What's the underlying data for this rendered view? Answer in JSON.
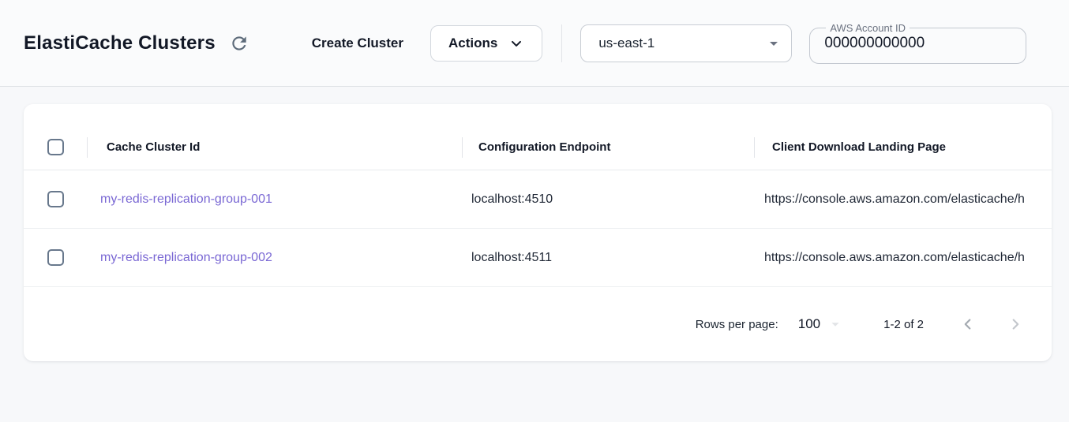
{
  "header": {
    "title": "ElastiCache Clusters",
    "create_button": "Create Cluster",
    "actions_button": "Actions",
    "region": "us-east-1",
    "account_label": "AWS Account ID",
    "account_value": "000000000000"
  },
  "table": {
    "columns": [
      "Cache Cluster Id",
      "Configuration Endpoint",
      "Client Download Landing Page"
    ],
    "rows": [
      {
        "cluster_id": "my-redis-replication-group-001",
        "endpoint": "localhost:4510",
        "landing_page": "https://console.aws.amazon.com/elasticache/h"
      },
      {
        "cluster_id": "my-redis-replication-group-002",
        "endpoint": "localhost:4511",
        "landing_page": "https://console.aws.amazon.com/elasticache/h"
      }
    ]
  },
  "pagination": {
    "rows_per_page_label": "Rows per page:",
    "rows_per_page_value": "100",
    "range_label": "1-2 of 2"
  },
  "icons": {
    "refresh": "refresh-icon",
    "actions_chevron": "chevron-down-icon",
    "region_caret": "arrow-dropdown-icon",
    "rows_per_page_caret": "arrow-dropdown-icon",
    "prev": "chevron-left-icon",
    "next": "chevron-right-icon"
  },
  "colors": {
    "link": "#7a68d4",
    "checkbox_border": "#68788c",
    "header_text": "#121826",
    "page_background": "#f7f8fa",
    "card_background": "#ffffff",
    "icon_gray": "#5d6b7a",
    "divider": "#e2e4e8"
  }
}
